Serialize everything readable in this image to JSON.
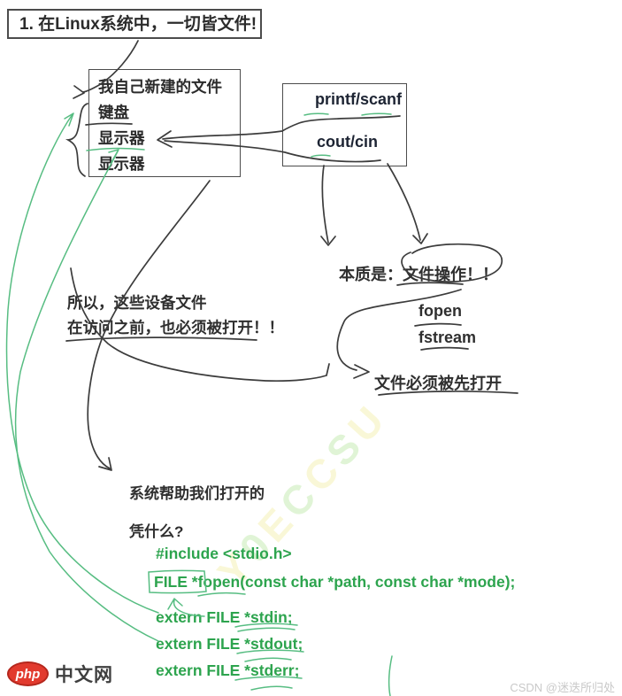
{
  "title": {
    "text": "1. 在Linux系统中，一切皆文件!"
  },
  "devices": {
    "lines": [
      "我自己新建的文件",
      "键盘",
      "显示器",
      "显示器"
    ]
  },
  "api": {
    "line1": "printf/scanf",
    "line2": "cout/cin"
  },
  "notes": {
    "essence_prefix": "本质是：",
    "essence_circled": "文件操作！！",
    "fopen": "fopen",
    "fstream": "fstream",
    "must_open": "文件必须被先打开",
    "so_line1": "所以，这些设备文件",
    "so_line2": "在访问之前，也必须被打开！！",
    "system_open": "系统帮助我们打开的",
    "why": "凭什么?"
  },
  "code": {
    "include_line": "#include <stdio.h>",
    "fopen_boxed": "FILE *",
    "fopen_rest": "fopen(const char *path, const char *mode);",
    "extern_prefix": "extern FILE *",
    "stdin": "stdin;",
    "stdout": "stdout;",
    "stderr": "stderr;"
  },
  "watermark": {
    "text": "Y0ECCSU",
    "color_a": "#cdeebb",
    "color_b": "#f6f3bd"
  },
  "footer": {
    "php": "php",
    "site": "中文网",
    "csdn": "CSDN @迷迭所归处"
  },
  "colors": {
    "code_green": "#2da44e",
    "ink_black": "#3c3c3c",
    "ink_green": "#57bd82",
    "logo_red": "#e23a2e"
  }
}
